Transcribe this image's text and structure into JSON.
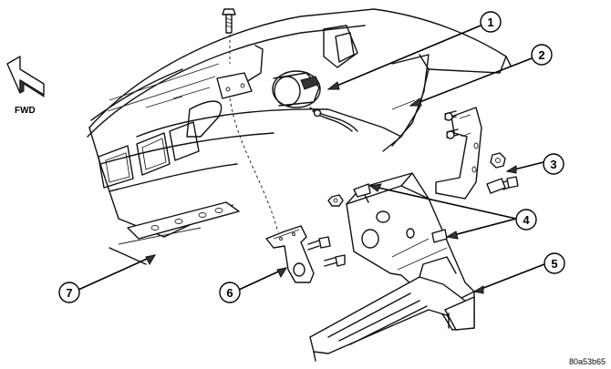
{
  "direction": {
    "label": "FWD",
    "icon": "forward-arrow-icon"
  },
  "callouts": [
    {
      "number": "1"
    },
    {
      "number": "2"
    },
    {
      "number": "3"
    },
    {
      "number": "4"
    },
    {
      "number": "5"
    },
    {
      "number": "6"
    },
    {
      "number": "7"
    }
  ],
  "figure_code": "80a53b65"
}
